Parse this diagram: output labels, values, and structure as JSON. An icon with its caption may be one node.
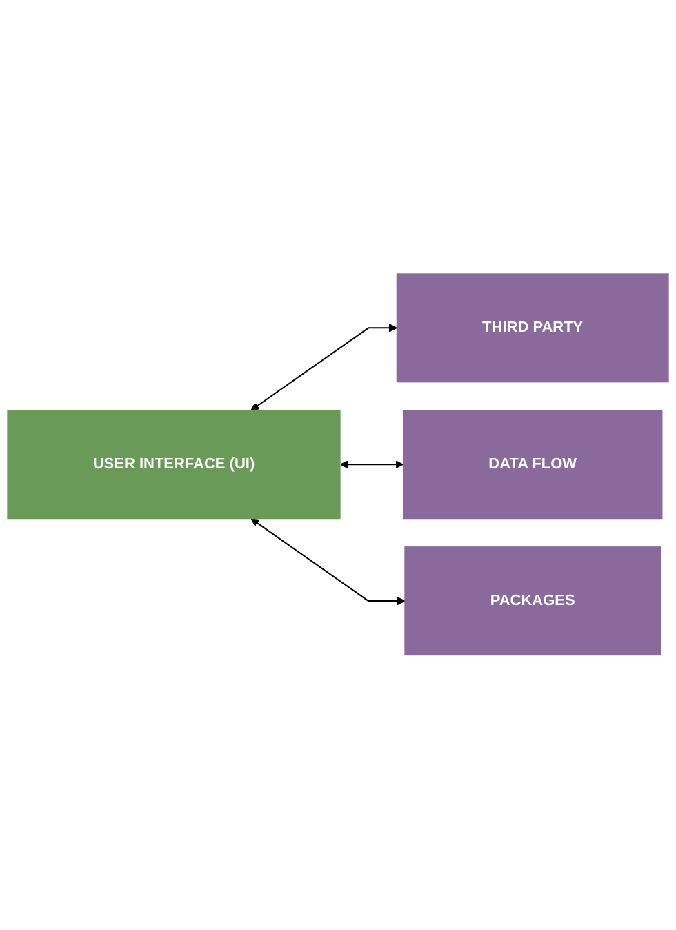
{
  "diagram": {
    "nodes": [
      {
        "text": [
          "THIRD PARTY"
        ]
      },
      {
        "text": [
          "USER INTERFACE (UI)"
        ]
      },
      {
        "text": [
          "DATA FLOW"
        ]
      },
      {
        "text": [
          "PACKAGES"
        ]
      }
    ],
    "edges": [
      {
        "from": 1,
        "to": 0,
        "arrow": "both"
      },
      {
        "from": 1,
        "to": 2,
        "arrow": "both"
      },
      {
        "from": 1,
        "to": 3,
        "arrow": "both"
      }
    ]
  }
}
